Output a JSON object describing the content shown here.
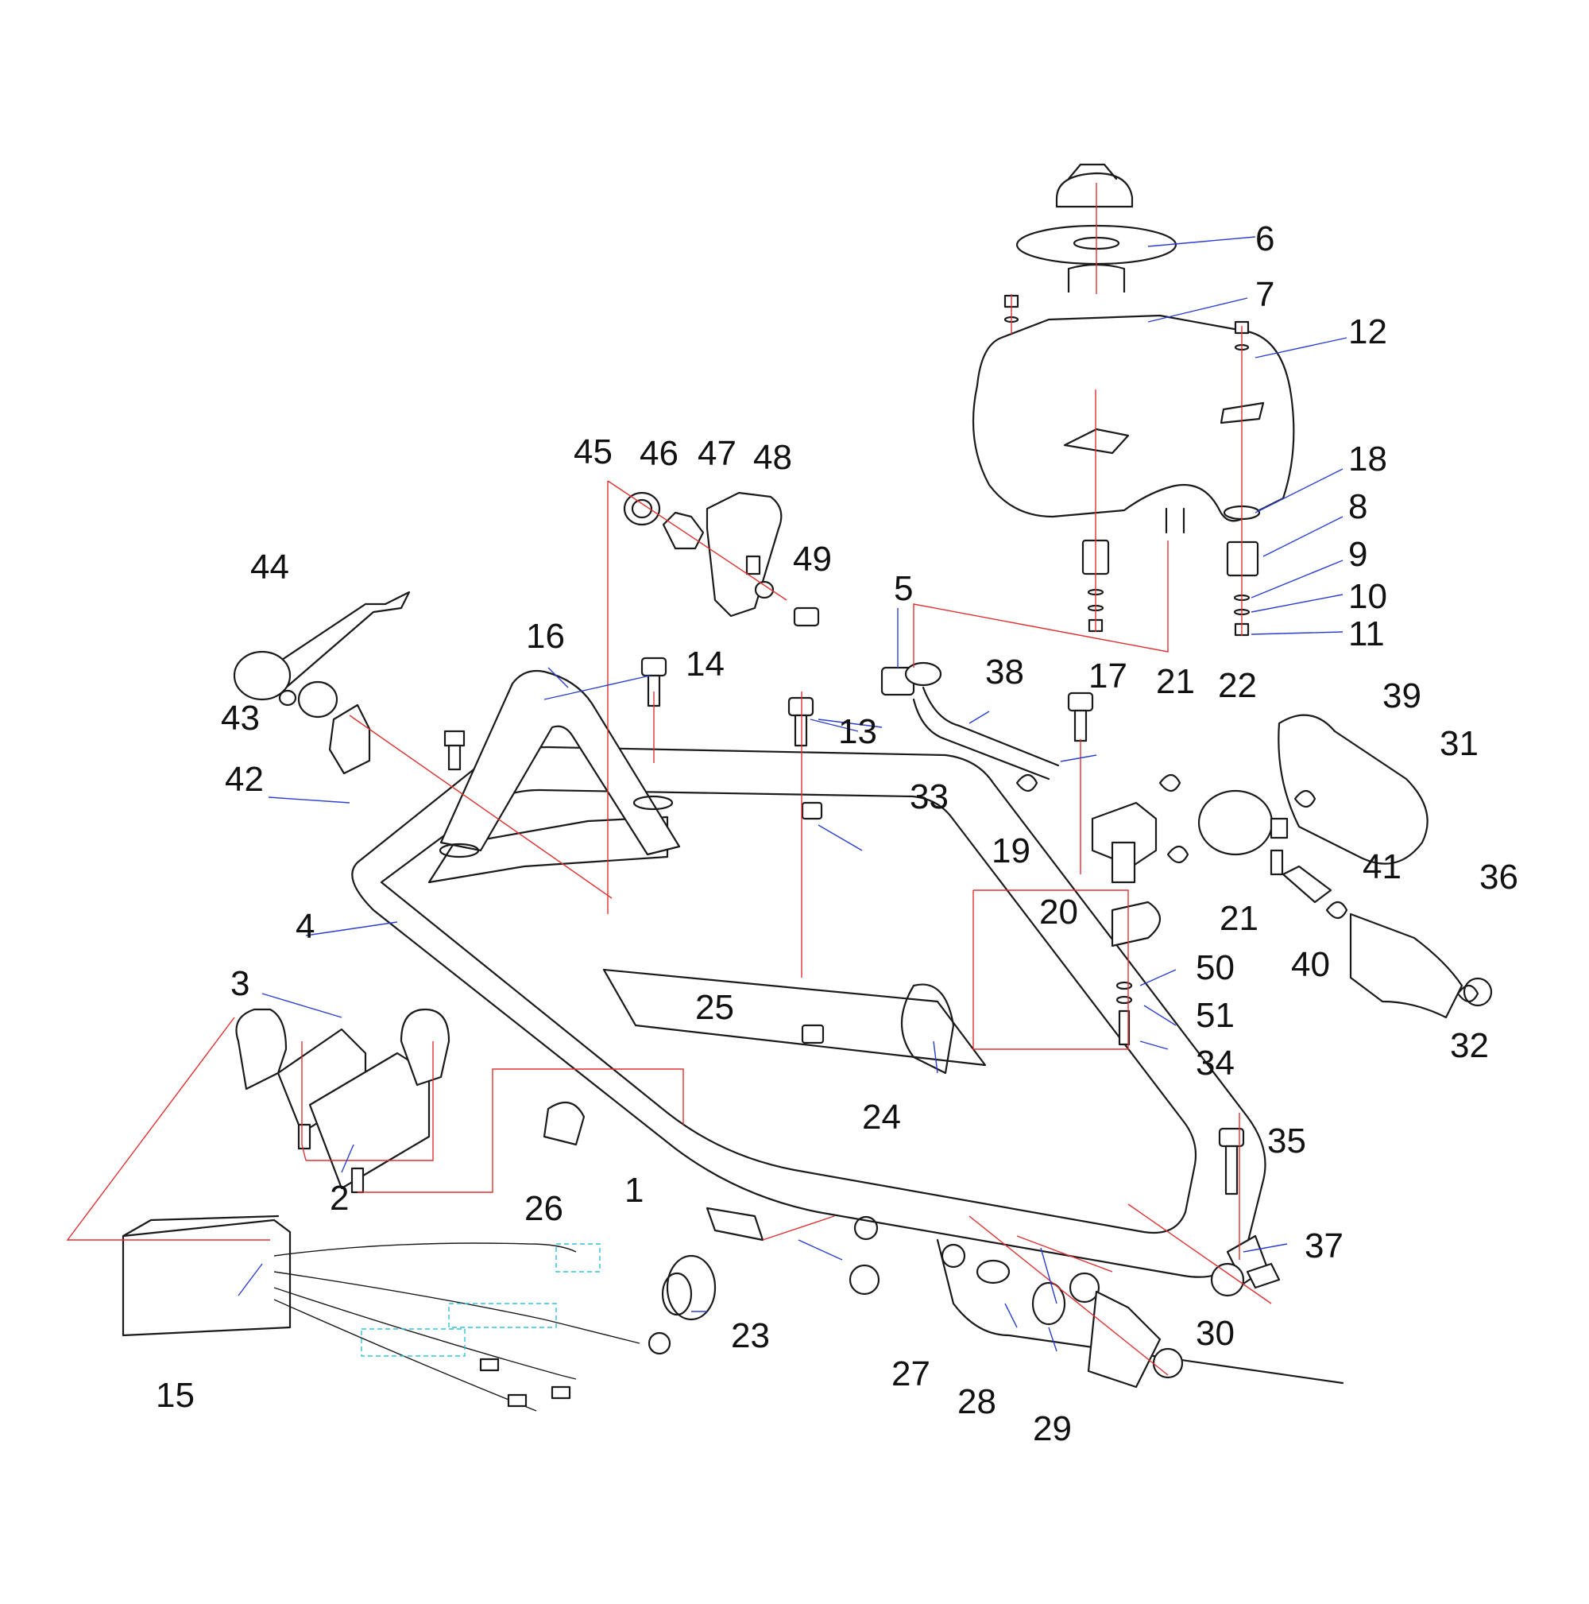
{
  "diagram": {
    "labels": [
      "1",
      "2",
      "3",
      "4",
      "5",
      "6",
      "7",
      "8",
      "9",
      "10",
      "11",
      "12",
      "13",
      "14",
      "15",
      "16",
      "17",
      "18",
      "19",
      "20",
      "21",
      "21",
      "22",
      "23",
      "24",
      "25",
      "26",
      "27",
      "28",
      "29",
      "30",
      "31",
      "32",
      "33",
      "34",
      "35",
      "36",
      "37",
      "38",
      "39",
      "40",
      "41",
      "42",
      "43",
      "44",
      "45",
      "46",
      "47",
      "48",
      "49",
      "50",
      "51"
    ],
    "colors": {
      "part_line": "#1a1a1a",
      "leader_line": "#2a3fd0",
      "assembly_line": "#e03030",
      "wire_marker": "#30c0d8"
    }
  }
}
